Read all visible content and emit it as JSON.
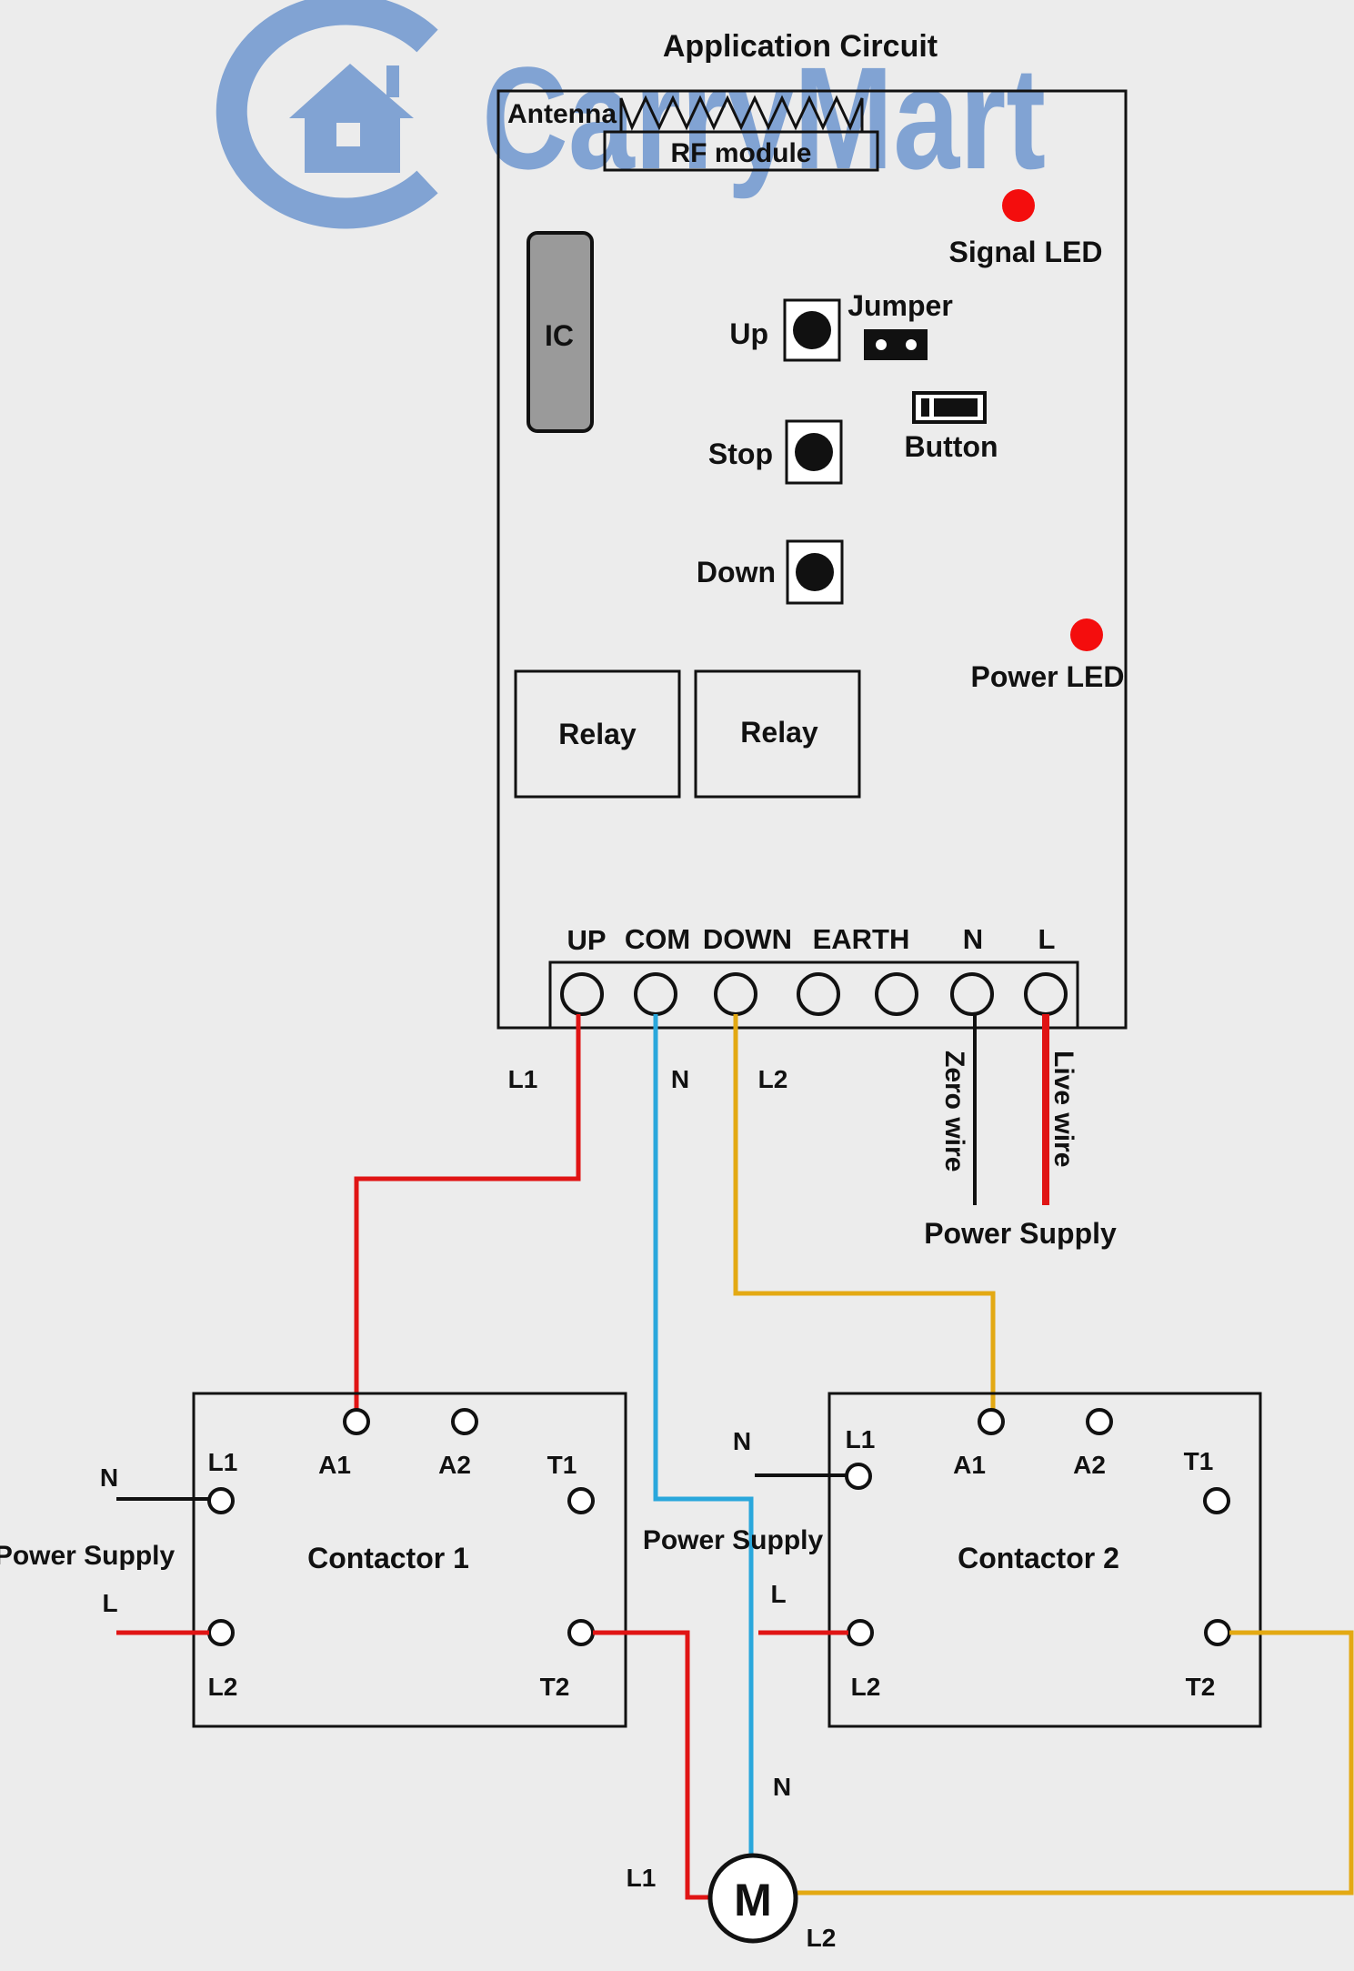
{
  "watermark": {
    "text": "CarryMart",
    "color": "#6f97cf"
  },
  "colors": {
    "background": "#ececec",
    "line": "#111111",
    "wire_red": "#e01414",
    "wire_blue": "#2aa7dc",
    "wire_yellow": "#e3a913",
    "led_red": "#f40d0d",
    "ic_gray": "#9a9a9a"
  },
  "board": {
    "title": "Application Circuit",
    "antenna_label": "Antenna",
    "rf_module_label": "RF module",
    "ic_label": "IC",
    "signal_led_label": "Signal LED",
    "power_led_label": "Power LED",
    "jumper_label": "Jumper",
    "button_label": "Button",
    "buttons": {
      "up": "Up",
      "stop": "Stop",
      "down": "Down"
    },
    "relays": [
      "Relay",
      "Relay"
    ],
    "terminal_labels": {
      "up": "UP",
      "com": "COM",
      "down": "DOWN",
      "earth": "EARTH",
      "n": "N",
      "l": "L"
    }
  },
  "wires": {
    "l1": "L1",
    "n": "N",
    "l2": "L2",
    "zero_wire": "Zero wire",
    "live_wire": "Live wire",
    "power_supply": "Power Supply"
  },
  "contactor1": {
    "name": "Contactor 1",
    "terminals": {
      "l1": "L1",
      "a1": "A1",
      "a2": "A2",
      "t1": "T1",
      "l2": "L2",
      "t2": "T2"
    },
    "supply": {
      "n": "N",
      "label": "Power Supply",
      "l": "L"
    }
  },
  "contactor2": {
    "name": "Contactor 2",
    "terminals": {
      "l1": "L1",
      "a1": "A1",
      "a2": "A2",
      "t1": "T1",
      "l2": "L2",
      "t2": "T2"
    },
    "supply": {
      "n": "N",
      "label": "Power Supply",
      "l": "L"
    }
  },
  "motor": {
    "label": "M",
    "n": "N",
    "l1": "L1",
    "l2": "L2"
  }
}
